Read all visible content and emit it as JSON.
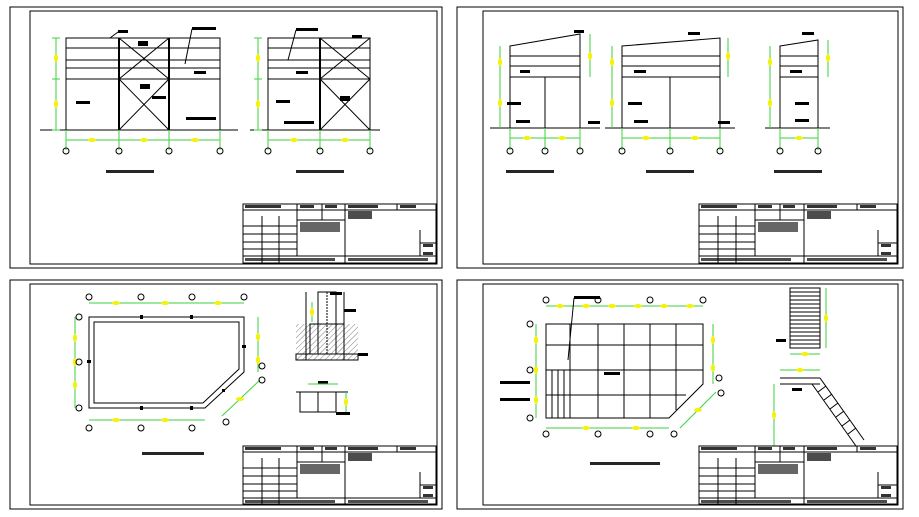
{
  "sheets": [
    {
      "id": "sheet-1",
      "captions": [
        "",
        ""
      ]
    },
    {
      "id": "sheet-2",
      "captions": [
        "",
        "",
        ""
      ]
    },
    {
      "id": "sheet-3",
      "captions": [
        ""
      ]
    },
    {
      "id": "sheet-4",
      "captions": [
        ""
      ]
    }
  ],
  "colors": {
    "frame": "#000000",
    "dimension": "#3cd23c",
    "marker": "#f2f20a",
    "background": "#ffffff"
  },
  "icons": [
    "axis-bubble-icon",
    "leader-tag-icon"
  ]
}
